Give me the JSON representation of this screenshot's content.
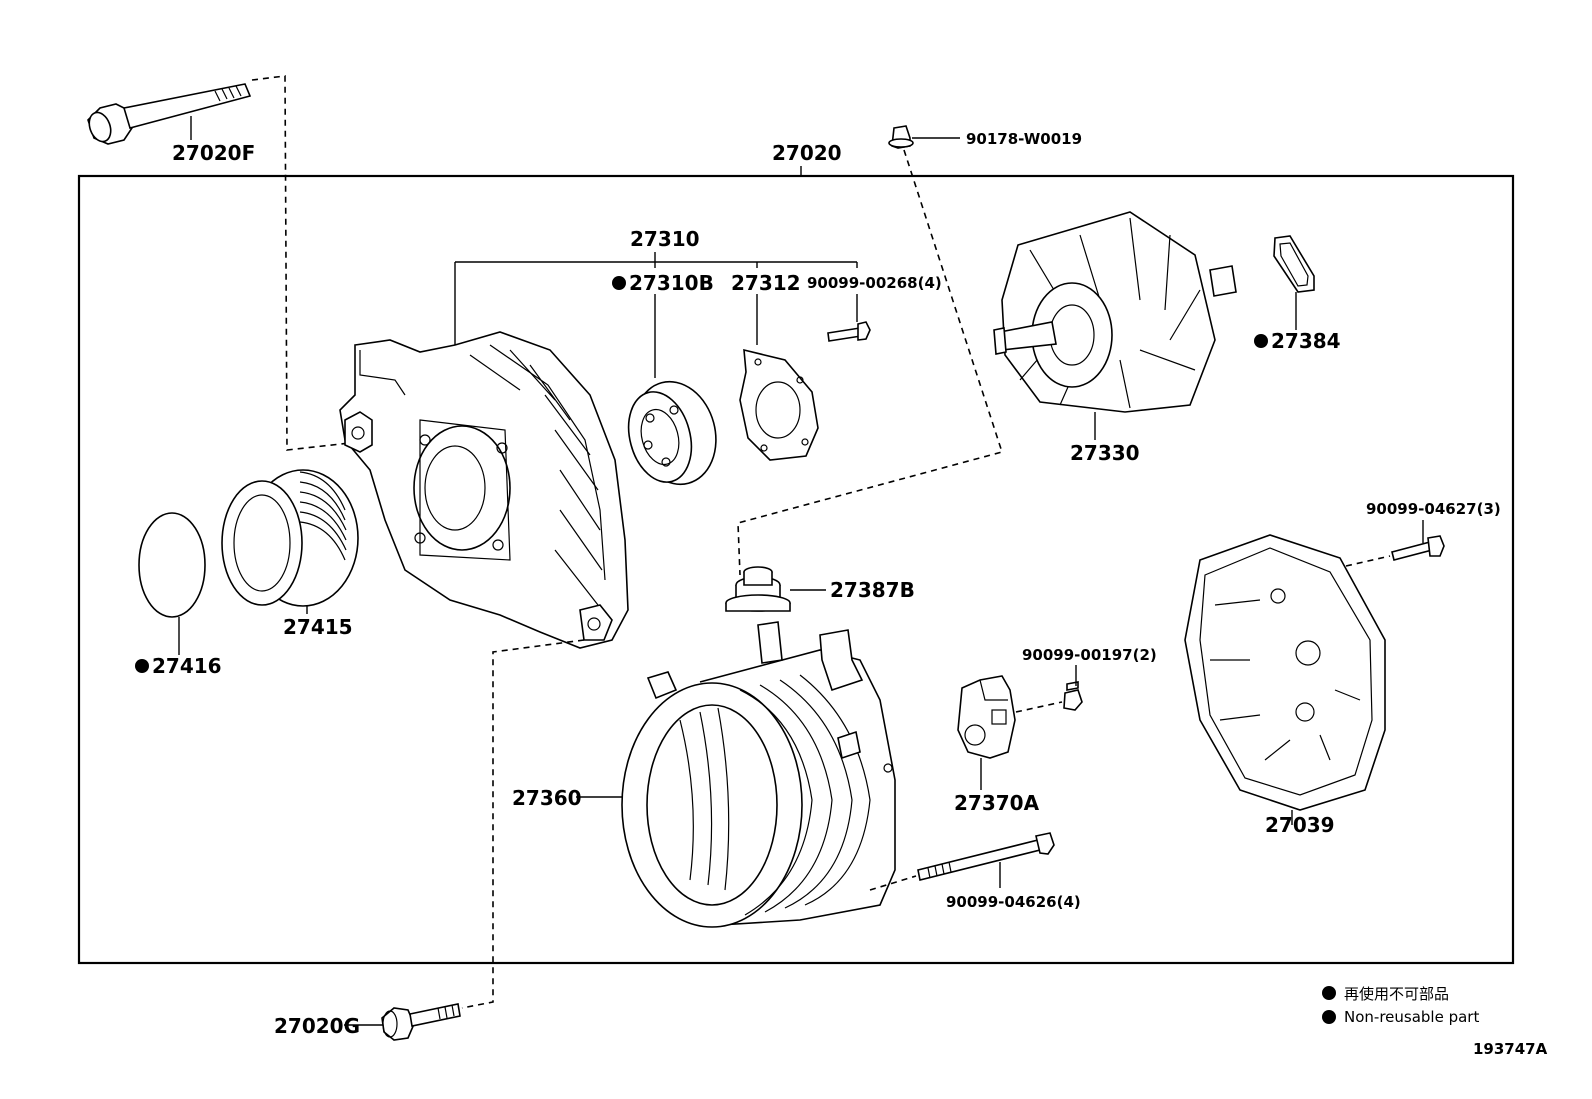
{
  "labels": {
    "p27020F": "27020F",
    "p27020": "27020",
    "p90178": "90178-W0019",
    "p27310": "27310",
    "p27310B": "27310B",
    "p27312": "27312",
    "p90099_00268": "90099-00268(4)",
    "p27384": "27384",
    "p27330": "27330",
    "p90099_04627": "90099-04627(3)",
    "p27387B": "27387B",
    "p27415": "27415",
    "p27416": "27416",
    "p90099_00197": "90099-00197(2)",
    "p27360": "27360",
    "p27370A": "27370A",
    "p27039": "27039",
    "p90099_04626": "90099-04626(4)",
    "p27020G": "27020G"
  },
  "legend": {
    "japanese": "再使用不可部品",
    "english": "Non-reusable part"
  },
  "figure_id": "193747A",
  "non_reusable_marker_color": "#000000"
}
